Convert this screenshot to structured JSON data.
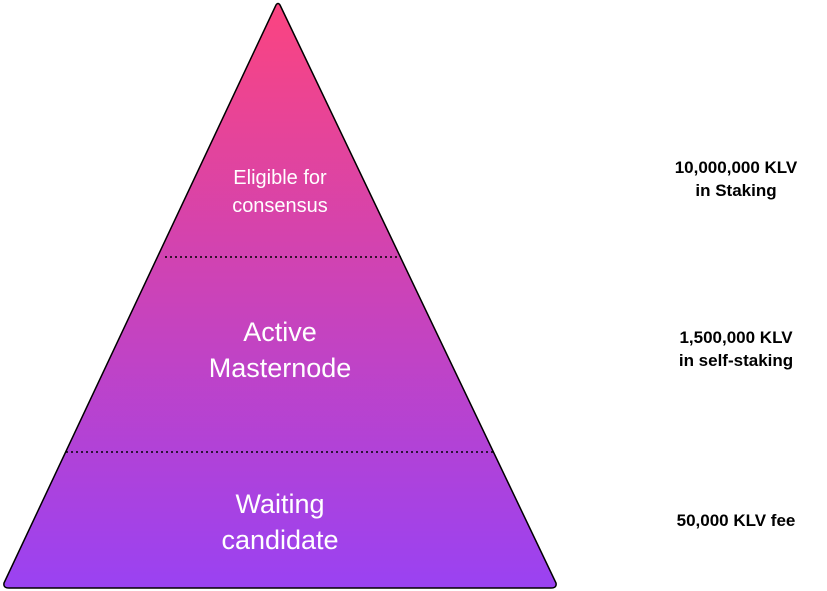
{
  "colors": {
    "gradient_top": "#fb4480",
    "gradient_bottom": "#9a42f2",
    "outline": "#000000",
    "tier_text": "#ffffff",
    "requirement_text": "#000000"
  },
  "tiers": [
    {
      "label": "Eligible for\nconsensus",
      "requirement": "10,000,000 KLV\nin Staking"
    },
    {
      "label": "Active\nMasternode",
      "requirement": "1,500,000 KLV\nin self-staking"
    },
    {
      "label": "Waiting\ncandidate",
      "requirement": "50,000 KLV fee"
    }
  ]
}
